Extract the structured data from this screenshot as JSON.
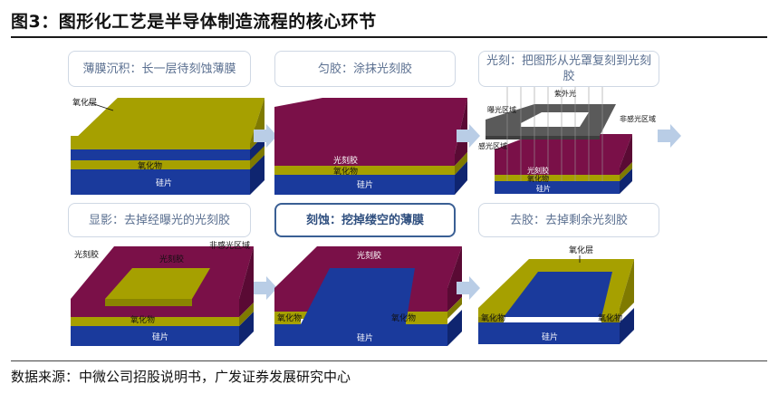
{
  "title": "图3：图形化工艺是半导体制造流程的核心环节",
  "source": "数据来源：中微公司招股说明书，广发证券发展研究中心",
  "steps": [
    {
      "caption": "薄膜沉积：长一层待刻蚀薄膜",
      "labels": {
        "oxide_layer": "氧化层",
        "oxide": "氧化物",
        "silicon": "硅片"
      }
    },
    {
      "caption": "匀胶：涂抹光刻胶",
      "labels": {
        "photoresist": "光刻胶",
        "oxide": "氧化物",
        "silicon": "硅片"
      }
    },
    {
      "caption": "光刻：把图形从光罩复刻到光刻胶",
      "labels": {
        "uv_light": "紫外光",
        "exposed": "曝光区域",
        "unexposed": "非感光区域",
        "photosensitive": "感光区域",
        "photoresist": "光刻胶",
        "oxide": "氧化物",
        "silicon": "硅片"
      }
    },
    {
      "caption": "显影：去掉经曝光的光刻胶",
      "labels": {
        "photoresist_left": "光刻胶",
        "photoresist_top": "光刻胶",
        "unexposed": "非感光区域",
        "oxide": "氧化物",
        "silicon": "硅片"
      }
    },
    {
      "caption": "刻蚀：挖掉缕空的薄膜",
      "labels": {
        "photoresist": "光刻胶",
        "oxide_left": "氧化物",
        "oxide_right": "氧化物",
        "silicon": "硅片"
      }
    },
    {
      "caption": "去胶：去掉剩余光刻胶",
      "labels": {
        "oxide_layer": "氧化层",
        "oxide_left": "氧化物",
        "oxide_right": "氧化物",
        "silicon": "硅片"
      }
    }
  ],
  "colors": {
    "silicon": "#1a3a9c",
    "oxide": "#a6a000",
    "photoresist": "#7a1048",
    "exposed": "#c8c8c8",
    "arrow": "#b9cde6"
  }
}
